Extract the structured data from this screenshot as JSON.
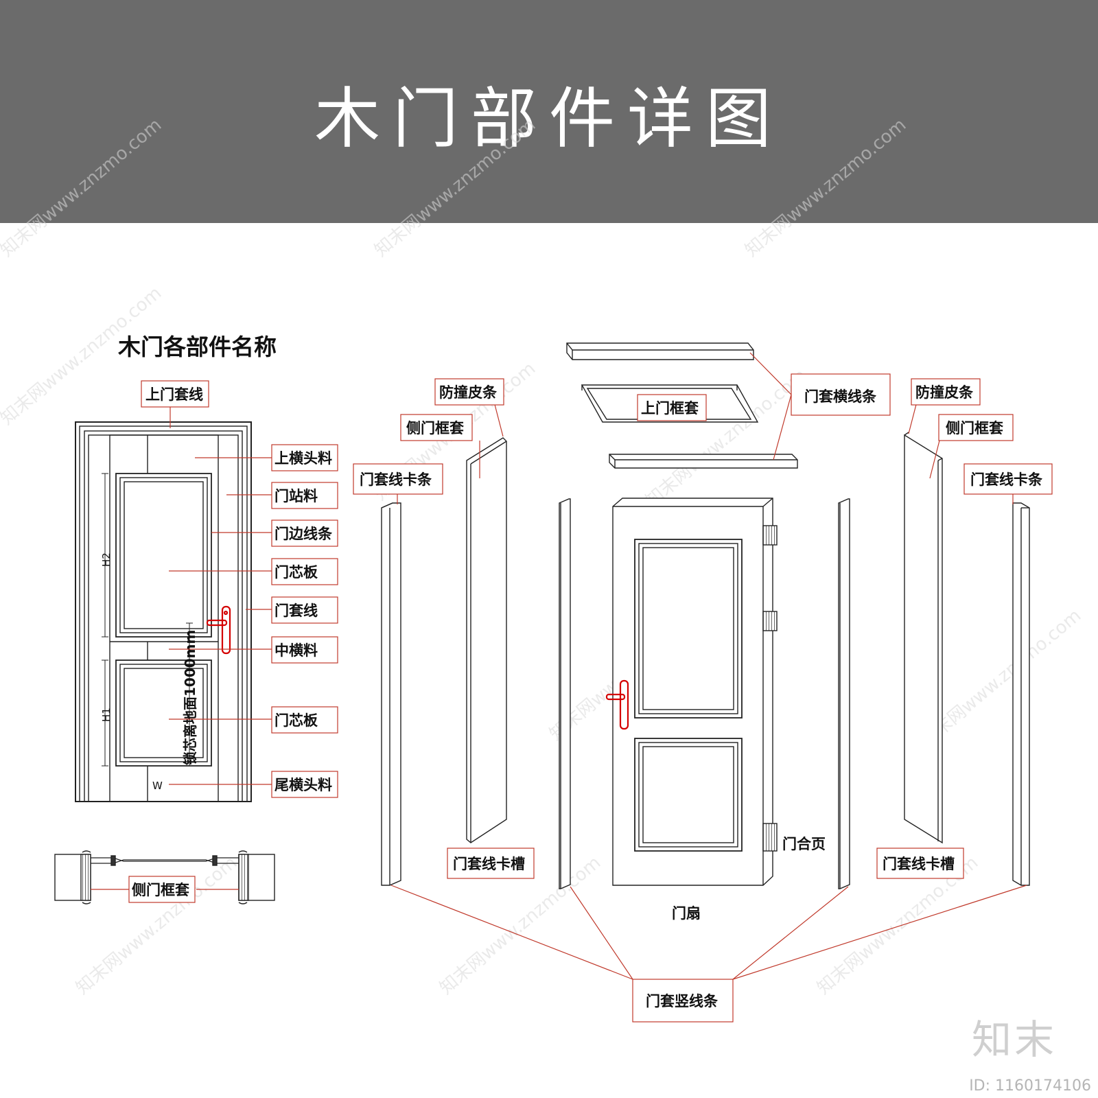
{
  "page_title": "木门部件详图",
  "section_title": "木门各部件名称",
  "left_labels": {
    "top_casing": "上门套线",
    "top_rail": "上横头料",
    "stile": "门站料",
    "edge_molding": "门边线条",
    "upper_panel": "门芯板",
    "casing": "门套线",
    "middle_rail": "中横料",
    "lower_panel": "门芯板",
    "bottom_rail": "尾横头料",
    "side_frame_section": "侧门框套"
  },
  "dimensions": {
    "h2": "H2",
    "h1": "H1",
    "w": "W",
    "lock_height": "锁芯离地面1000mm"
  },
  "exploded_labels": {
    "bumper_left": "防撞皮条",
    "side_frame_left": "侧门框套",
    "clip_strip_left": "门套线卡条",
    "top_frame": "上门框套",
    "horizontal_casing": "门套横线条",
    "bumper_right": "防撞皮条",
    "side_frame_right": "侧门框套",
    "clip_strip_right": "门套线卡条",
    "groove_left": "门套线卡槽",
    "groove_right": "门套线卡槽",
    "hinge": "门合页",
    "door_leaf": "门扇",
    "vertical_casing": "门套竖线条"
  },
  "watermark": "知末网www.znzmo.com",
  "brand": "知末",
  "image_id": "ID: 1160174106",
  "colors": {
    "banner": "#6b6b6b",
    "leader_line": "#c0392b",
    "handle": "#d40000",
    "label_box_border": "#c0392b"
  }
}
